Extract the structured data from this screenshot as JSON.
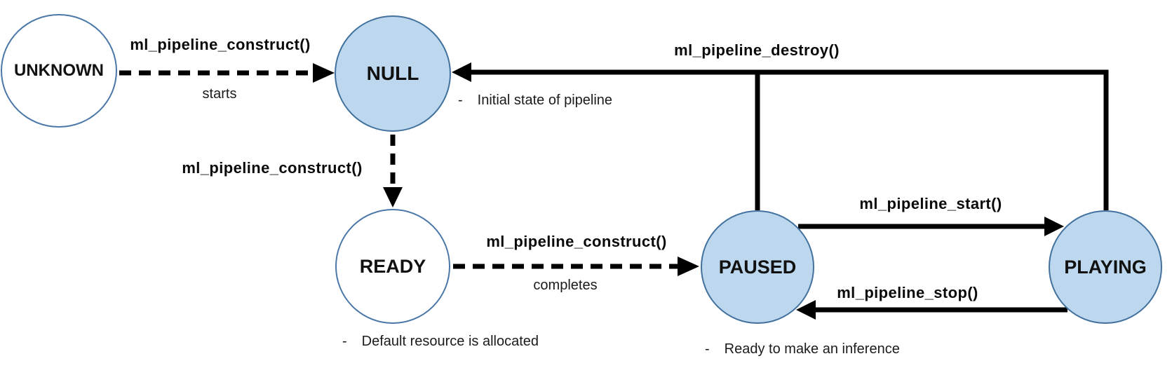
{
  "diagram_type": "state-machine",
  "states": [
    {
      "name": "UNKNOWN",
      "fill": "#ffffff"
    },
    {
      "name": "NULL",
      "fill": "#bdd7ee",
      "note_bullet": "-",
      "note": "Initial state of pipeline"
    },
    {
      "name": "READY",
      "fill": "#ffffff",
      "note_bullet": "-",
      "note": "Default resource is allocated"
    },
    {
      "name": "PAUSED",
      "fill": "#bdd7ee",
      "note_bullet": "-",
      "note": "Ready to make an inference"
    },
    {
      "name": "PLAYING",
      "fill": "#bdd7ee"
    }
  ],
  "transitions": [
    {
      "from": "UNKNOWN",
      "to": "NULL",
      "label": "ml_pipeline_construct()",
      "sublabel": "starts",
      "line": "dashed"
    },
    {
      "from": "NULL",
      "to": "READY",
      "label": "ml_pipeline_construct()",
      "line": "dashed"
    },
    {
      "from": "READY",
      "to": "PAUSED",
      "label": "ml_pipeline_construct()",
      "sublabel": "completes",
      "line": "dashed"
    },
    {
      "from": "PAUSED",
      "to": "PLAYING",
      "label": "ml_pipeline_start()",
      "line": "solid"
    },
    {
      "from": "PLAYING",
      "to": "PAUSED",
      "label": "ml_pipeline_stop()",
      "line": "solid"
    },
    {
      "from": "PAUSED, PLAYING",
      "to": "NULL",
      "label": "ml_pipeline_destroy()",
      "line": "solid"
    }
  ],
  "colors": {
    "state_fill_highlight": "#bdd7ee",
    "state_stroke": "#41719c",
    "arrow": "#000000",
    "text": "#000000",
    "background": "#ffffff"
  }
}
